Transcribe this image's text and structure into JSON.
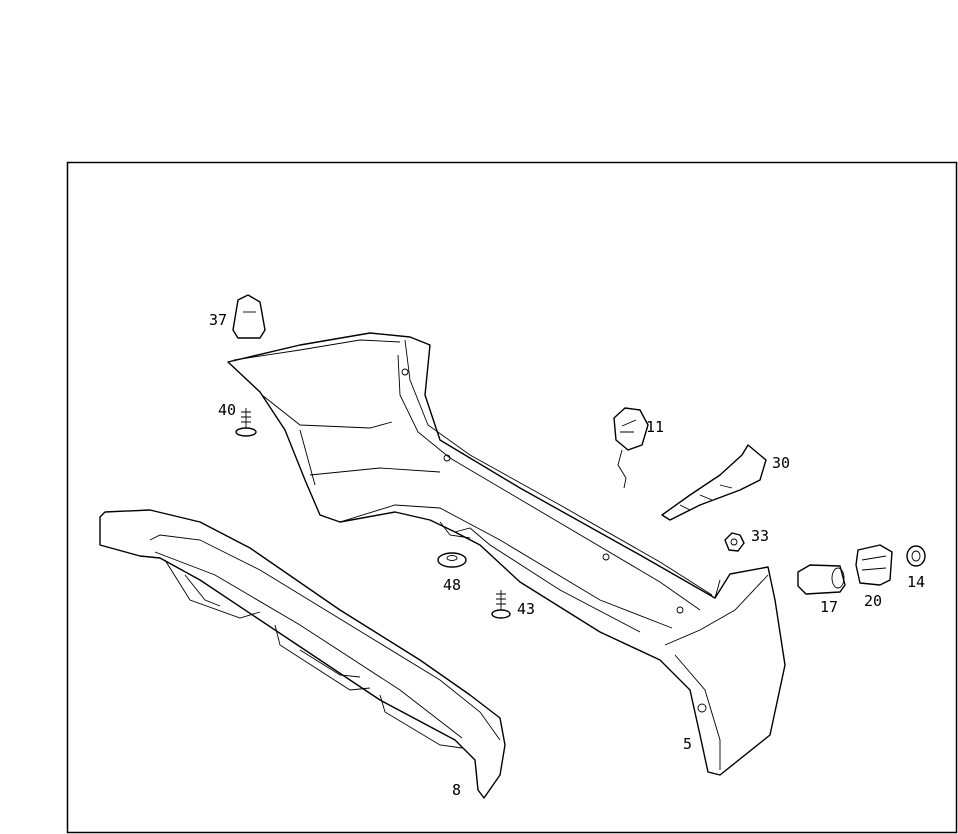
{
  "callouts": {
    "p37": "37",
    "p40": "40",
    "p11": "11",
    "p30": "30",
    "p33": "33",
    "p48": "48",
    "p43": "43",
    "p17": "17",
    "p20": "20",
    "p14": "14",
    "p5": "5",
    "p8": "8"
  }
}
